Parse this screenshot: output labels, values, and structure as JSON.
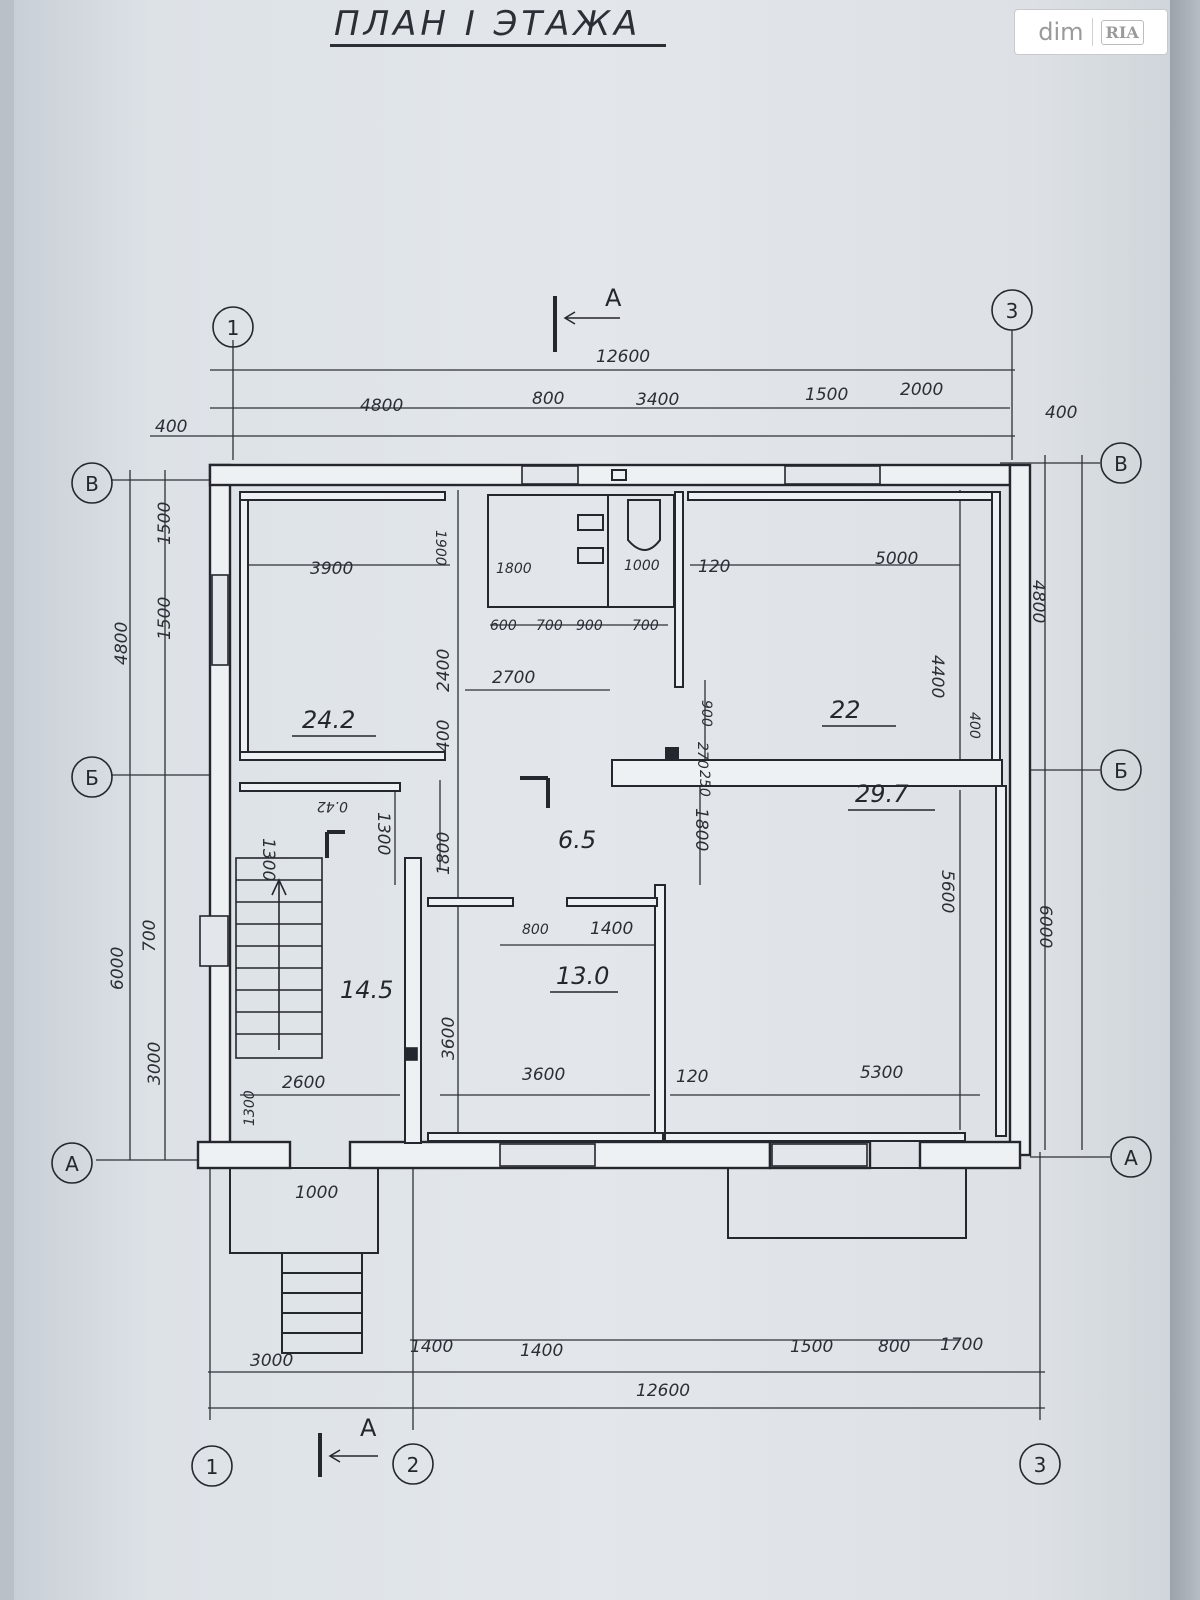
{
  "title": "ПЛАН I ЭТАЖА",
  "watermark": {
    "brand": "dim",
    "mark": "RIA"
  },
  "section_marker": "А",
  "axes": {
    "numbers": [
      "1",
      "2",
      "3"
    ],
    "letters": [
      "В",
      "Б",
      "А"
    ]
  },
  "rooms": [
    {
      "id": "living-left",
      "area": "24.2"
    },
    {
      "id": "room-right",
      "area": "22"
    },
    {
      "id": "hall",
      "area": "6.5"
    },
    {
      "id": "room-large",
      "area": "29.7"
    },
    {
      "id": "stair-hall",
      "area": "14.5"
    },
    {
      "id": "room-middle",
      "area": "13.0"
    }
  ],
  "dimensions": {
    "total_top": "12600",
    "total_bottom": "12600",
    "top_row": [
      "400",
      "4800",
      "800",
      "3400",
      "1500",
      "2000",
      "400"
    ],
    "bottom_row": [
      "3000",
      "1400",
      "1400",
      "1500",
      "800",
      "1700"
    ],
    "porch": "1000",
    "left_total_upper": "4800",
    "left_total_lower": "6000",
    "left_chain": [
      "1500",
      "1500",
      "700",
      "3000"
    ],
    "right_total_upper": "4800",
    "right_total_lower": "6000",
    "inner": [
      "3900",
      "1900",
      "2400",
      "400",
      "1800",
      "1000",
      "120",
      "5000",
      "600",
      "700",
      "900",
      "700",
      "2700",
      "4400",
      "400",
      "900",
      "270",
      "250",
      "1800",
      "1300",
      "1300",
      "0.42",
      "1800",
      "5600",
      "800",
      "1400",
      "3600",
      "3600",
      "2600",
      "1300",
      "120",
      "5300"
    ]
  }
}
